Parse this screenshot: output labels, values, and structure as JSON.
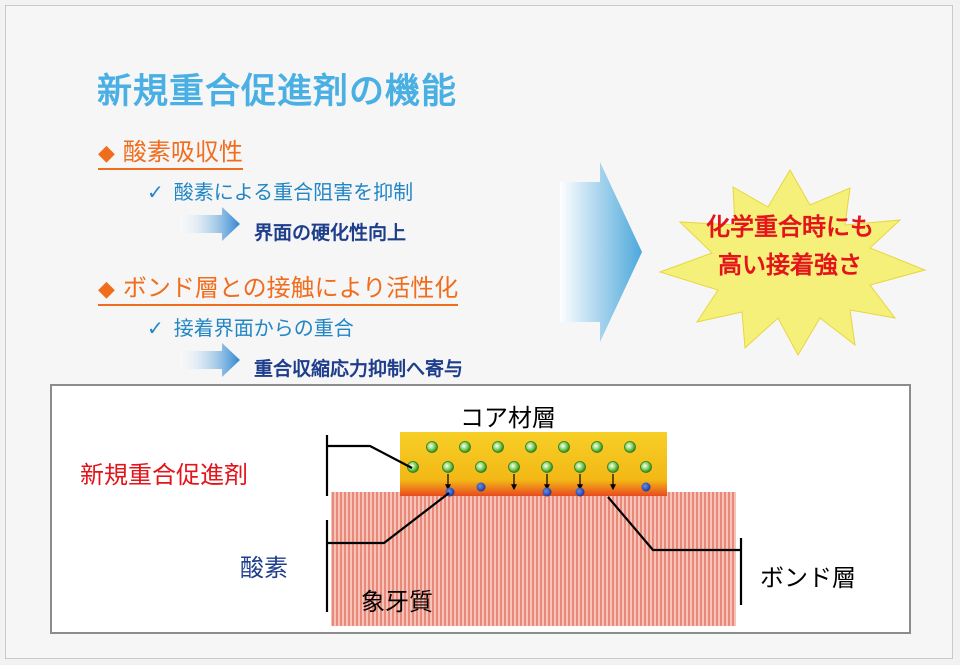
{
  "title": "新規重合促進剤の機能",
  "sections": [
    {
      "bullet": "◆",
      "heading": "酸素吸収性",
      "check_mark": "✓",
      "detail": "酸素による重合阻害を抑制",
      "result": "界面の硬化性向上"
    },
    {
      "bullet": "◆",
      "heading": "ボンド層との接触により活性化",
      "check_mark": "✓",
      "detail": "接着界面からの重合",
      "result": "重合収縮応力抑制へ寄与"
    }
  ],
  "conclusion": {
    "line1": "化学重合時にも",
    "line2": "高い接着強さ"
  },
  "diagram": {
    "core_layer": "コア材層",
    "accelerator": "新規重合促進剤",
    "oxygen": "酸素",
    "dentin": "象牙質",
    "bond_layer": "ボンド層"
  },
  "colors": {
    "title": "#4ab0e4",
    "heading": "#f06d1e",
    "detail": "#2186c6",
    "result": "#1e3e8c",
    "conclusion": "#e3141b",
    "burst": "#f5f07a",
    "core": "#f5c414",
    "dentin": "#e9897a"
  }
}
